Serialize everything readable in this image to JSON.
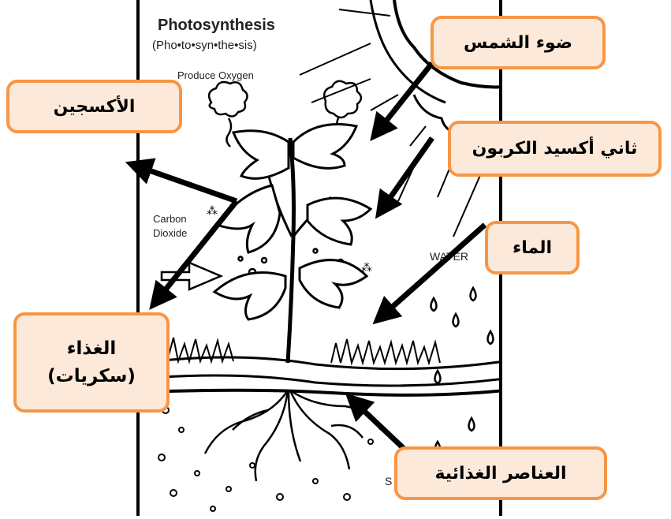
{
  "figure": {
    "title": "Photosynthesis",
    "subtitle": "(Pho•to•syn•the•sis)",
    "produce_oxygen": "Produce Oxygen",
    "carbon": "Carbon",
    "dioxide": "Dioxide",
    "water": "WATER",
    "soil_fragment": "S"
  },
  "labels": {
    "sunlight": "ضوء الشمس",
    "oxygen": "الأكسجين",
    "carbon_dioxide": "ثاني أكسيد الكربون",
    "water": "الماء",
    "food_line1": "الغذاء",
    "food_line2": "(سكريات)",
    "nutrients": "العناصر الغذائية"
  },
  "colors": {
    "label_fill": "#fde9d9",
    "label_border": "#f79646",
    "arrow": "#000000"
  }
}
